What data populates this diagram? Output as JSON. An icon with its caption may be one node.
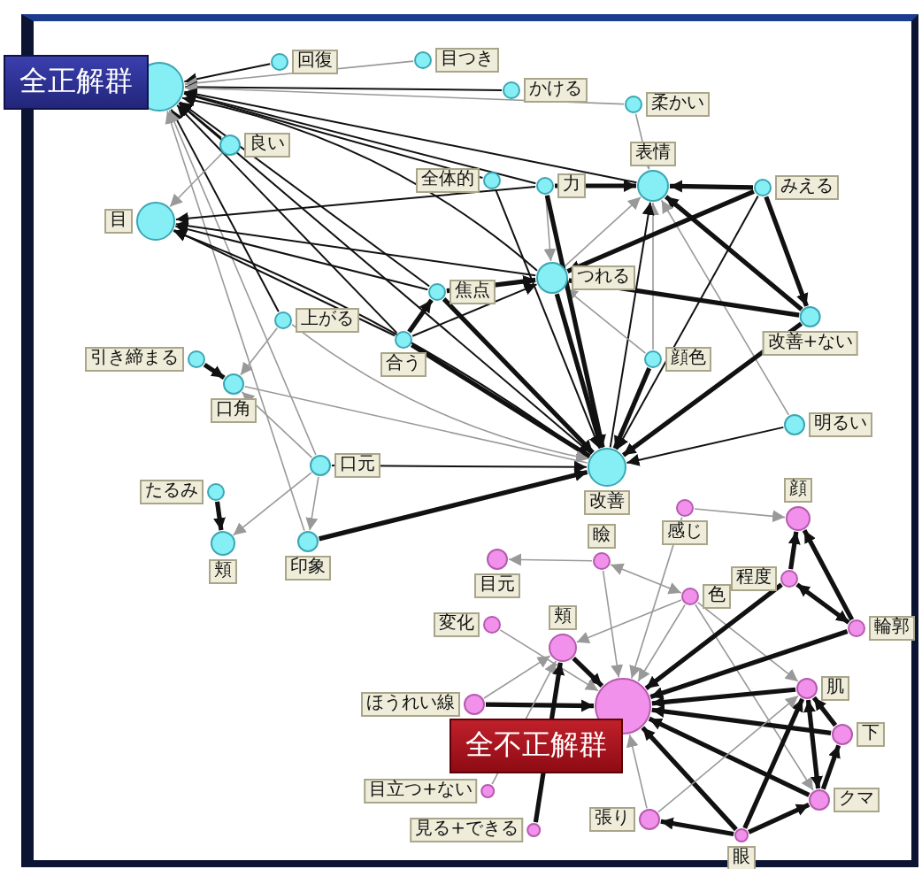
{
  "diagram": {
    "nodes": [
      {
        "text": [],
        "shape": "circle"
      },
      {
        "text": [
          "回復"
        ]
      },
      {
        "text": [
          "目つき"
        ]
      },
      {
        "text": [
          "かける"
        ]
      },
      {
        "text": [
          "柔かい"
        ]
      },
      {
        "text": [
          "良い"
        ]
      },
      {
        "text": [
          "目"
        ]
      },
      {
        "text": [
          "全体的"
        ]
      },
      {
        "text": [
          "力"
        ]
      },
      {
        "text": [
          "表情"
        ]
      },
      {
        "text": [
          "みえる"
        ]
      },
      {
        "text": [
          "焦点"
        ]
      },
      {
        "text": [
          "つれる"
        ]
      },
      {
        "text": [
          "上がる"
        ]
      },
      {
        "text": [
          "合う"
        ]
      },
      {
        "text": [
          "引き締まる"
        ]
      },
      {
        "text": [
          "口角"
        ]
      },
      {
        "text": [
          "改善+ない"
        ]
      },
      {
        "text": [
          "顔色"
        ]
      },
      {
        "text": [
          "明るい"
        ]
      },
      {
        "text": [
          "口元"
        ]
      },
      {
        "text": [
          "改善"
        ]
      },
      {
        "text": [
          "たるみ"
        ]
      },
      {
        "text": [
          "頬"
        ]
      },
      {
        "text": [
          "印象"
        ]
      },
      {
        "text": [
          "感じ"
        ]
      },
      {
        "text": [
          "顔"
        ]
      },
      {
        "text": [
          "瞼"
        ]
      },
      {
        "text": [
          "目元"
        ]
      },
      {
        "text": [
          "色"
        ]
      },
      {
        "text": [
          "程度"
        ]
      },
      {
        "text": [
          "輪郭"
        ]
      },
      {
        "text": [
          "変化"
        ]
      },
      {
        "text": [
          "頬"
        ]
      },
      {
        "text": [],
        "shape": "circle"
      },
      {
        "text": [
          "肌"
        ]
      },
      {
        "text": [
          "ほうれい線"
        ]
      },
      {
        "text": [
          "下"
        ]
      },
      {
        "text": [
          "目立つ+ない"
        ]
      },
      {
        "text": [
          "クマ"
        ]
      },
      {
        "text": [
          "張り"
        ]
      },
      {
        "text": [
          "眼"
        ]
      },
      {
        "text": [
          "見る+できる"
        ]
      }
    ],
    "edges": [
      {
        "from": 1,
        "to": 0,
        "arrow": "to"
      },
      {
        "from": 2,
        "to": 0,
        "arrow": "to",
        "color": "#999999"
      },
      {
        "from": 3,
        "to": 0,
        "arrow": "to"
      },
      {
        "from": 4,
        "to": 0,
        "arrow": "to",
        "color": "#999999"
      },
      {
        "from": 5,
        "to": 0,
        "arrow": "to"
      },
      {
        "from": 7,
        "to": 0,
        "arrow": "to"
      },
      {
        "from": 8,
        "to": 0,
        "arrow": "to"
      },
      {
        "from": 9,
        "to": 0,
        "arrow": "to"
      },
      {
        "from": 11,
        "to": 0,
        "arrow": "to"
      },
      {
        "from": 12,
        "to": 0,
        "arrow": "to"
      },
      {
        "from": 13,
        "to": 0,
        "arrow": "to"
      },
      {
        "from": 14,
        "to": 0,
        "arrow": "to"
      },
      {
        "from": 20,
        "to": 0,
        "arrow": "to",
        "color": "#999999"
      },
      {
        "from": 21,
        "to": 0,
        "arrow": "to"
      },
      {
        "from": 24,
        "to": 0,
        "arrow": "to",
        "color": "#999999"
      },
      {
        "from": 5,
        "to": 6,
        "arrow": "to",
        "color": "#999999"
      },
      {
        "from": 8,
        "to": 6,
        "arrow": "to"
      },
      {
        "from": 11,
        "to": 6,
        "arrow": "to"
      },
      {
        "from": 12,
        "to": 6,
        "arrow": "to"
      },
      {
        "from": 21,
        "to": 6,
        "arrow": "to"
      },
      {
        "from": 14,
        "to": 6,
        "arrow": "to"
      },
      {
        "from": 4,
        "to": 9,
        "arrow": "to",
        "color": "#999999"
      },
      {
        "from": 8,
        "to": 9,
        "arrow": "to",
        "style": "thick"
      },
      {
        "from": 10,
        "to": 9,
        "arrow": "to",
        "style": "thick"
      },
      {
        "from": 12,
        "to": 9,
        "arrow": "to",
        "color": "#999999"
      },
      {
        "from": 18,
        "to": 9,
        "arrow": "to",
        "color": "#999999"
      },
      {
        "from": 17,
        "to": 9,
        "arrow": "to",
        "style": "thick"
      },
      {
        "from": 19,
        "to": 9,
        "arrow": "to",
        "color": "#999999"
      },
      {
        "from": 21,
        "to": 9,
        "arrow": "to"
      },
      {
        "from": 10,
        "to": 12,
        "arrow": "to",
        "style": "thick"
      },
      {
        "from": 17,
        "to": 12,
        "arrow": "to",
        "style": "thick"
      },
      {
        "from": 8,
        "to": 12,
        "arrow": "to",
        "color": "#999999"
      },
      {
        "from": 14,
        "to": 12,
        "arrow": "to"
      },
      {
        "from": 18,
        "to": 12,
        "arrow": "to",
        "color": "#999999"
      },
      {
        "from": 11,
        "to": 12,
        "arrow": "to",
        "style": "thick"
      },
      {
        "from": 7,
        "to": 21,
        "arrow": "to"
      },
      {
        "from": 8,
        "to": 21,
        "arrow": "to",
        "style": "thick"
      },
      {
        "from": 11,
        "to": 21,
        "arrow": "to",
        "style": "thick"
      },
      {
        "from": 12,
        "to": 21,
        "arrow": "to",
        "style": "thick"
      },
      {
        "from": 14,
        "to": 21,
        "arrow": "to",
        "style": "thick"
      },
      {
        "from": 13,
        "to": 21,
        "arrow": "to",
        "color": "#999999"
      },
      {
        "from": 20,
        "to": 21,
        "arrow": "to"
      },
      {
        "from": 24,
        "to": 21,
        "arrow": "to",
        "style": "thick"
      },
      {
        "from": 18,
        "to": 21,
        "arrow": "to",
        "style": "thick"
      },
      {
        "from": 17,
        "to": 21,
        "arrow": "to",
        "style": "thick"
      },
      {
        "from": 19,
        "to": 21,
        "arrow": "to"
      },
      {
        "from": 10,
        "to": 21,
        "arrow": "to"
      },
      {
        "from": 14,
        "to": 11,
        "arrow": "to",
        "style": "thick"
      },
      {
        "from": 10,
        "to": 17,
        "arrow": "to",
        "style": "thick"
      },
      {
        "from": 13,
        "to": 16,
        "arrow": "to",
        "color": "#999999"
      },
      {
        "from": 15,
        "to": 16,
        "arrow": "to",
        "style": "thick"
      },
      {
        "from": 20,
        "to": 16,
        "arrow": "to",
        "color": "#999999"
      },
      {
        "from": 21,
        "to": 16,
        "arrow": "none",
        "color": "#999999"
      },
      {
        "from": 22,
        "to": 23,
        "arrow": "to",
        "style": "thick"
      },
      {
        "from": 20,
        "to": 23,
        "arrow": "to",
        "color": "#999999"
      },
      {
        "from": 20,
        "to": 24,
        "arrow": "to",
        "color": "#999999"
      },
      {
        "from": 25,
        "to": 26,
        "arrow": "to",
        "color": "#999999"
      },
      {
        "from": 27,
        "to": 28,
        "arrow": "to",
        "color": "#999999"
      },
      {
        "from": 29,
        "to": 27,
        "arrow": "both",
        "color": "#999999"
      },
      {
        "from": 29,
        "to": 33,
        "arrow": "to",
        "color": "#999999"
      },
      {
        "from": 30,
        "to": 26,
        "arrow": "to",
        "style": "thick"
      },
      {
        "from": 31,
        "to": 26,
        "arrow": "to",
        "style": "thick"
      },
      {
        "from": 30,
        "to": 31,
        "arrow": "both",
        "style": "thick"
      },
      {
        "from": 29,
        "to": 35,
        "arrow": "to",
        "color": "#999999"
      },
      {
        "from": 29,
        "to": 39,
        "arrow": "to",
        "color": "#999999"
      },
      {
        "from": 27,
        "to": 34,
        "arrow": "to",
        "color": "#999999"
      },
      {
        "from": 33,
        "to": 34,
        "arrow": "to",
        "style": "thick"
      },
      {
        "from": 32,
        "to": 34,
        "arrow": "to",
        "color": "#999999"
      },
      {
        "from": 36,
        "to": 34,
        "arrow": "to",
        "style": "thick"
      },
      {
        "from": 29,
        "to": 34,
        "arrow": "to",
        "color": "#999999"
      },
      {
        "from": 30,
        "to": 34,
        "arrow": "to",
        "style": "thick"
      },
      {
        "from": 31,
        "to": 34,
        "arrow": "to",
        "style": "thick"
      },
      {
        "from": 35,
        "to": 34,
        "arrow": "to",
        "style": "thick"
      },
      {
        "from": 37,
        "to": 34,
        "arrow": "to",
        "style": "thick"
      },
      {
        "from": 39,
        "to": 34,
        "arrow": "to",
        "style": "thick"
      },
      {
        "from": 41,
        "to": 34,
        "arrow": "to",
        "style": "thick"
      },
      {
        "from": 40,
        "to": 34,
        "arrow": "to",
        "color": "#999999"
      },
      {
        "from": 25,
        "to": 34,
        "arrow": "to",
        "color": "#999999"
      },
      {
        "from": 36,
        "to": 33,
        "arrow": "to",
        "color": "#999999"
      },
      {
        "from": 38,
        "to": 33,
        "arrow": "to",
        "color": "#999999"
      },
      {
        "from": 42,
        "to": 33,
        "arrow": "to",
        "style": "thick"
      },
      {
        "from": 35,
        "to": 39,
        "arrow": "both",
        "style": "thick"
      },
      {
        "from": 37,
        "to": 35,
        "arrow": "to",
        "style": "thick"
      },
      {
        "from": 39,
        "to": 37,
        "arrow": "to",
        "style": "thick"
      },
      {
        "from": 41,
        "to": 35,
        "arrow": "to",
        "style": "thick"
      },
      {
        "from": 41,
        "to": 40,
        "arrow": "to",
        "style": "thick"
      },
      {
        "from": 41,
        "to": 39,
        "arrow": "to",
        "style": "thick"
      },
      {
        "from": 40,
        "to": 35,
        "arrow": "to",
        "color": "#999999"
      }
    ],
    "labels": [
      "全正解群",
      "全不正解群"
    ]
  }
}
